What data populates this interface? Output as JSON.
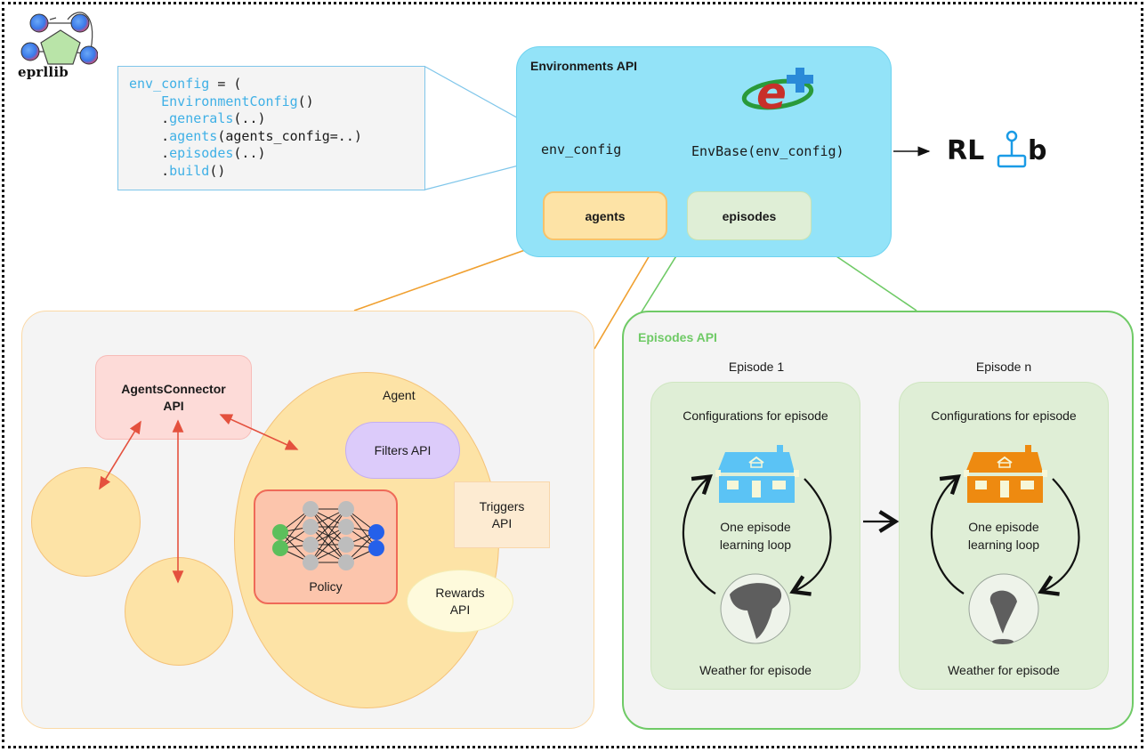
{
  "logo": {
    "text": "eprllib",
    "icon": "eprllib-graph-logo"
  },
  "code": {
    "lines": [
      [
        {
          "t": "env_config",
          "c": "blue"
        },
        {
          "t": " = (",
          "c": "dark"
        }
      ],
      [
        {
          "t": "    ",
          "c": "dark"
        },
        {
          "t": "EnvironmentConfig",
          "c": "blue"
        },
        {
          "t": "()",
          "c": "dark"
        }
      ],
      [
        {
          "t": "    .",
          "c": "dark"
        },
        {
          "t": "generals",
          "c": "blue"
        },
        {
          "t": "(..)",
          "c": "dark"
        }
      ],
      [
        {
          "t": "    .",
          "c": "dark"
        },
        {
          "t": "agents",
          "c": "blue"
        },
        {
          "t": "(agents_config=..)",
          "c": "dark"
        }
      ],
      [
        {
          "t": "    .",
          "c": "dark"
        },
        {
          "t": "episodes",
          "c": "blue"
        },
        {
          "t": "(..)",
          "c": "dark"
        }
      ],
      [
        {
          "t": "    .",
          "c": "dark"
        },
        {
          "t": "build",
          "c": "blue"
        },
        {
          "t": "()",
          "c": "dark"
        }
      ]
    ]
  },
  "environments": {
    "title": "Environments API",
    "energyplus_icon": "energyplus-logo",
    "env_config_label": "env_config",
    "envbase_label": "EnvBase(env_config)",
    "agents_label": "agents",
    "episodes_label": "episodes"
  },
  "rllib": {
    "text_left": "RL",
    "text_right": "b",
    "icon": "rllib-logo"
  },
  "agents_panel": {
    "connector": {
      "line1": "AgentsConnector",
      "line2": "API"
    },
    "agent_label": "Agent",
    "filters": "Filters API",
    "triggers": {
      "line1": "Triggers",
      "line2": "API"
    },
    "rewards": {
      "line1": "Rewards",
      "line2": "API"
    },
    "policy": "Policy"
  },
  "episodes_panel": {
    "title": "Episodes API",
    "episodes": [
      {
        "heading": "Episode 1",
        "config": "Configurations for episode",
        "loop1": "One episode",
        "loop2": "learning loop",
        "weather": "Weather for episode",
        "house_color": "#5bc3f5",
        "globe": "africa"
      },
      {
        "heading": "Episode n",
        "config": "Configurations for episode",
        "loop1": "One episode",
        "loop2": "learning loop",
        "weather": "Weather for episode",
        "house_color": "#ee8a10",
        "globe": "south-america"
      }
    ]
  },
  "colors": {
    "env_blue": "#93e3f8",
    "agents_orange": "#f0a030",
    "episodes_green": "#6fca66",
    "connector_red": "#e4513e"
  }
}
